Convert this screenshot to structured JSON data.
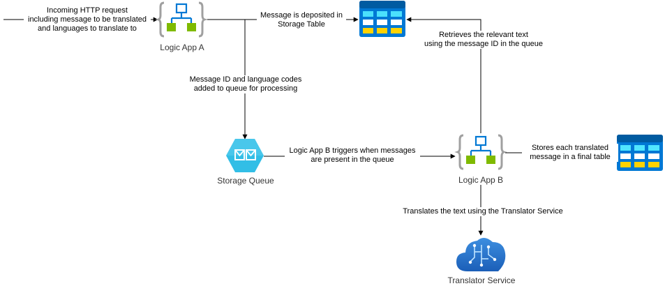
{
  "nodes": {
    "logic_app_a": "Logic App A",
    "logic_app_b": "Logic App B",
    "storage_queue": "Storage Queue",
    "translator_service": "Translator Service"
  },
  "edges": {
    "incoming": [
      "Incoming HTTP request",
      "including message to be translated",
      "and languages to translate to"
    ],
    "deposit": [
      "Message is deposited in",
      "Storage Table"
    ],
    "retrieve": [
      "Retrieves the relevant text",
      "using the message ID in the queue"
    ],
    "queue_add": [
      "Message ID and language codes",
      "added to queue for processing"
    ],
    "trigger": [
      "Logic App B triggers when messages",
      "are present in the queue"
    ],
    "store": [
      "Stores each translated",
      "message in a final table"
    ],
    "translate": "Translates the text using the Translator Service"
  },
  "colors": {
    "logic_blue": "#0078d4",
    "logic_green": "#7fba00",
    "brace_gray": "#a0a0a0",
    "table_header": "#0078d4",
    "table_cells": "#50a0e6",
    "table_yellow": "#ffd200",
    "queue_fill": "#32bee6",
    "cloud_fill": "#2a7ad3"
  }
}
